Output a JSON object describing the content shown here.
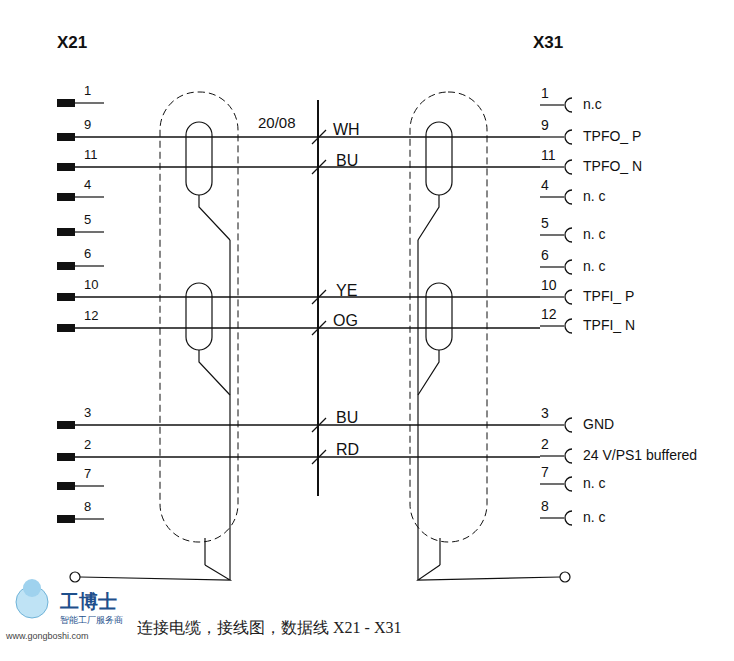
{
  "diagram": {
    "caption": "连接电缆，接线图，数据线 X21 - X31",
    "labels": [
      "X21",
      "X31",
      "1",
      "9",
      "11",
      "4",
      "5",
      "6",
      "10",
      "12",
      "3",
      "2",
      "7",
      "8",
      "20/08",
      "WH",
      "BU",
      "YE",
      "OG",
      "BU",
      "RD",
      "1",
      "9",
      "11",
      "4",
      "5",
      "6",
      "10",
      "12",
      "3",
      "2",
      "7",
      "8",
      "n.c",
      "TPFO_ P",
      "TPFO_ N",
      "n. c",
      "n. c",
      "n. c",
      "TPFI_ P",
      "TPFI_ N",
      "GND",
      "24 V/PS1 buffered",
      "n. c",
      "n. c",
      "工博士",
      "智能工厂服务商",
      "www.gongboshi.com"
    ]
  }
}
